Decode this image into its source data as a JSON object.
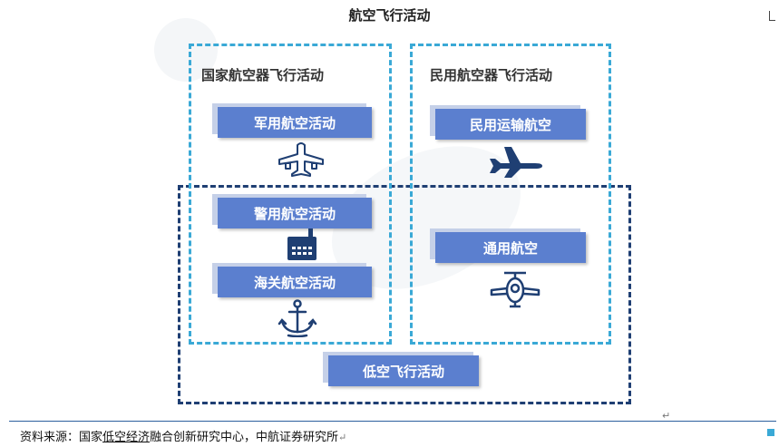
{
  "title": "航空飞行活动",
  "groups": {
    "national": {
      "label": "国家航空器飞行活动"
    },
    "civil": {
      "label": "民用航空器飞行活动"
    },
    "low_altitude": {
      "label": "低空飞行活动"
    }
  },
  "tags": {
    "military": "军用航空活动",
    "civil_transport": "民用运输航空",
    "police": "警用航空活动",
    "customs": "海关航空活动",
    "general": "通用航空"
  },
  "icons": {
    "military": "airplane-outline-icon",
    "civil_transport": "airplane-solid-icon",
    "police": "radio-icon",
    "customs": "anchor-icon",
    "general": "propeller-plane-icon"
  },
  "colors": {
    "national_border": "#3aa9d6",
    "low_altitude_border": "#1f3f73",
    "tag_fill": "#5b7fcf",
    "icon": "#1f3f73"
  },
  "footer": {
    "prefix": "资料来源：国家",
    "underlined": "低空经济",
    "suffix": "融合创新研究中心，中航证券研究所",
    "mark": "↵",
    "page_mark": "↵"
  }
}
